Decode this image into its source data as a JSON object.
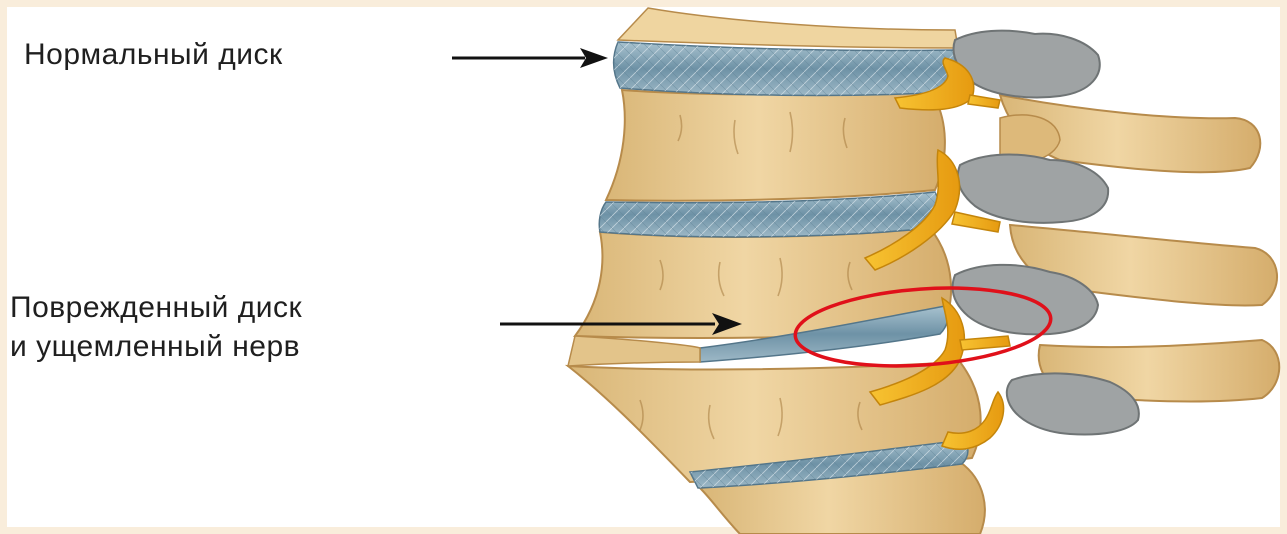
{
  "labels": {
    "normal_disc": "Нормальный диск",
    "damaged_line1": "Поврежденный диск",
    "damaged_line2": "и ущемленный нерв"
  },
  "colors": {
    "bone": "#e8c98f",
    "bone_shadow": "#c99d5c",
    "disc": "#7c9db0",
    "nerve": "#f2b21a",
    "highlight_circle": "#e0101a",
    "arrow": "#111111"
  }
}
